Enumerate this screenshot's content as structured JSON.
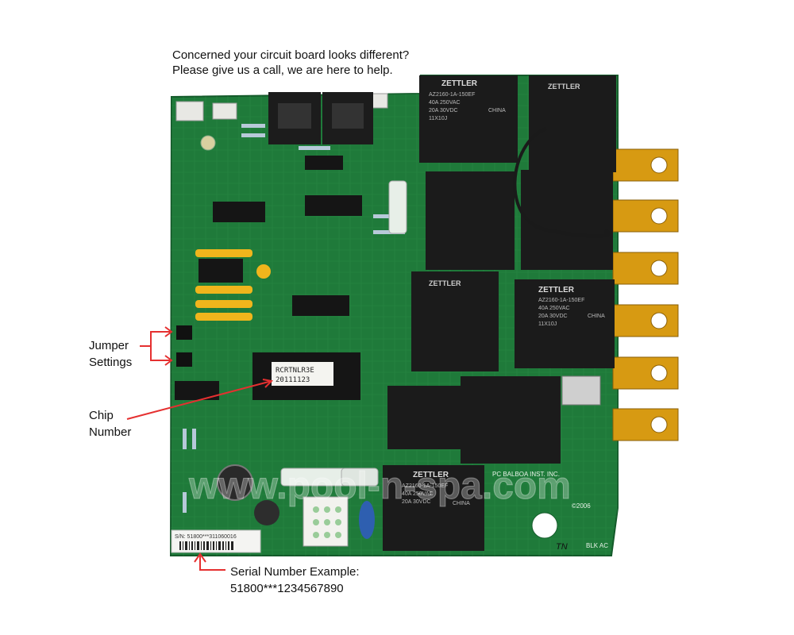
{
  "caption": {
    "line1": "Concerned your circuit board looks different?",
    "line2": "Please give us a call, we are here to help."
  },
  "labels": {
    "jumper_line1": "Jumper",
    "jumper_line2": "Settings",
    "chip_line1": "Chip",
    "chip_line2": "Number",
    "serial_line1": "Serial Number Example:",
    "serial_line2": "51800***1234567890"
  },
  "board": {
    "chip_label_line1": "RCRTNLR3E",
    "chip_label_line2": "20111123",
    "serial_sticker": "S/N: 51800***311060016",
    "relay_brand": "ZETTLER",
    "relay_model": "AZ2160-1A-150EF",
    "relay_rating1": "40A 250VAC",
    "relay_rating2": "20A 30VDC",
    "relay_origin": "CHINA",
    "relay_lot": "11X10J",
    "watermark": "www.pool-n-spa.com",
    "maker_text": "PC BALBOA INST. INC.",
    "year_text": "©2006",
    "terminal_text": "BLK AC",
    "corner_text": "TN"
  },
  "colors": {
    "board": "#1f7a3a",
    "relay": "#1b1b1b",
    "terminal": "#d79a12",
    "arrow": "#e53030"
  }
}
